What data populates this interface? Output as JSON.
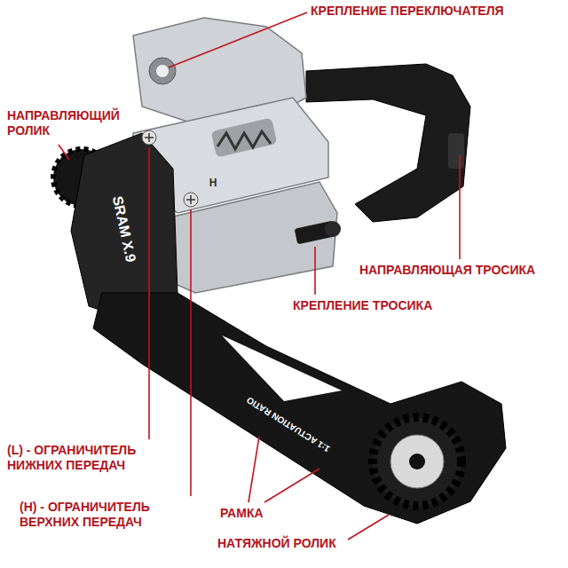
{
  "diagram": {
    "labels": [
      "КРЕПЛЕНИЕ ПЕРЕКЛЮЧАТЕЛЯ",
      "НАПРАВЛЯЮЩИЙ РОЛИК",
      "H",
      "SRAM X.9",
      "НАПРАВЛЯЮЩАЯ ТРОСИКА",
      "КРЕПЛЕНИЕ ТРОСИКА",
      "1:1 ACTUATION RATIO",
      "(L) - ОГРАНИЧИТЕЛЬ НИЖНИХ ПЕРЕДАЧ",
      "(H) - ОГРАНИЧИТЕЛЬ ВЕРХНИХ ПЕРЕДАЧ",
      "РАМКА",
      "НАТЯЖНОЙ РОЛИК"
    ]
  }
}
